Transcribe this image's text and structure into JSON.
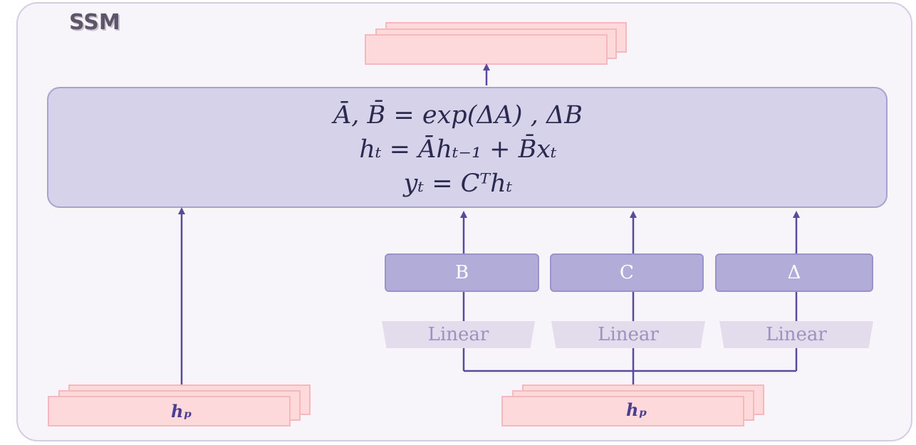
{
  "title": "SSM",
  "equations": {
    "line1": "Ā, B̄ = exp(ΔA) , ΔB",
    "line2": "hₜ = Āhₜ₋₁ + B̄xₜ",
    "line3": "yₜ = Cᵀhₜ"
  },
  "params": {
    "b": "B",
    "c": "C",
    "delta": "Δ"
  },
  "linear_labels": [
    "Linear",
    "Linear",
    "Linear"
  ],
  "inputs": {
    "left": "hₚ",
    "right": "hₚ"
  },
  "colors": {
    "arrow": "#5a4a9c",
    "sheet": "#fdd9dc",
    "param_box": "#b1acd8",
    "eq_box": "#d5d2e9"
  }
}
